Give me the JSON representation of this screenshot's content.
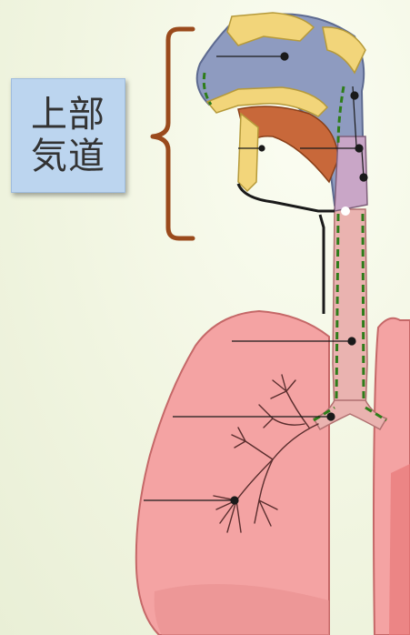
{
  "label": {
    "line1": "上部",
    "line2": "気道"
  },
  "colors": {
    "background": "#f1f5e1",
    "label_box": "#bcd5ef",
    "bracket": "#9a4a1c",
    "lung": "#f4a3a3",
    "airway": "#eab3b0",
    "nasal_cavity": "#8e9bc0",
    "bone": "#f2d57a",
    "tongue": "#c8683a",
    "mucosa": "#2e7d1a"
  },
  "icons": [
    "curly-bracket",
    "respiratory-anatomy"
  ]
}
